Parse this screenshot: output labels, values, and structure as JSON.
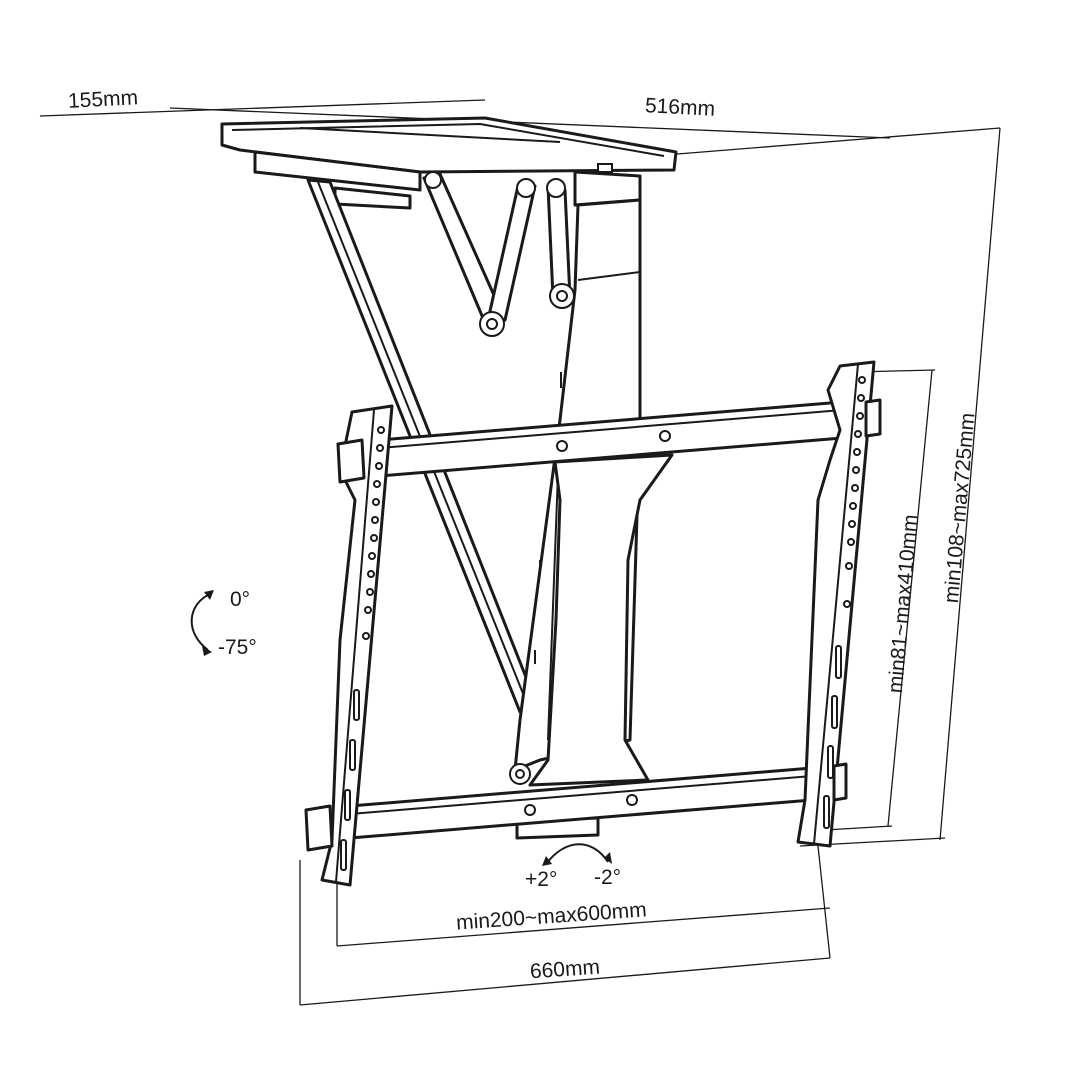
{
  "dimensions": {
    "depth": "155mm",
    "plate_width": "516mm",
    "height_range": "min108~max725mm",
    "vesa_vertical": "min81~max410mm",
    "vesa_horizontal": "min200~max600mm",
    "overall_width": "660mm"
  },
  "tilt": {
    "upper": "0°",
    "lower": "-75°"
  },
  "swivel": {
    "left": "+2°",
    "right": "-2°"
  },
  "colors": {
    "line": "#1a1a1a",
    "background": "#ffffff"
  }
}
